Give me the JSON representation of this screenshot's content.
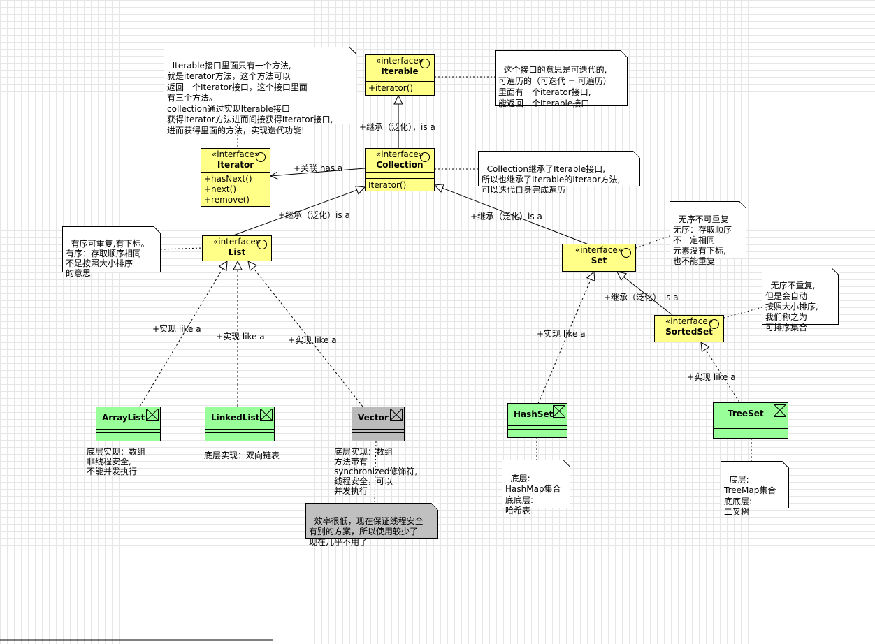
{
  "classes": {
    "iterable": {
      "stereotype": "«interface»",
      "name": "Iterable",
      "ops": [
        "+iterator()"
      ]
    },
    "collection": {
      "stereotype": "«interface»",
      "name": "Collection",
      "ops": [
        "Iterator()"
      ]
    },
    "iterator": {
      "stereotype": "«interface»",
      "name": "Iterator",
      "ops": [
        "+hasNext()",
        "+next()",
        "+remove()"
      ]
    },
    "list": {
      "stereotype": "«interface»",
      "name": "List"
    },
    "set": {
      "stereotype": "«interface»",
      "name": "Set"
    },
    "sortedset": {
      "stereotype": "«interface»",
      "name": "SortedSet"
    },
    "arraylist": {
      "name": "ArrayList"
    },
    "linkedlist": {
      "name": "LinkedList"
    },
    "vector": {
      "name": "Vector"
    },
    "hashset": {
      "name": "HashSet"
    },
    "treeset": {
      "name": "TreeSet"
    }
  },
  "notes": {
    "iterable_left": "Iterable接口里面只有一个方法,\n就是iterator方法，这个方法可以\n返回一个Iterator接口，这个接口里面\n有三个方法。\ncollection通过实现Iterable接口\n获得iterator方法进而间接获得Iterator接口,\n进而获得里面的方法，实现迭代功能!",
    "iterable_right": "这个接口的意思是可迭代的,\n可遍历的（可迭代 = 可遍历）\n里面有一个iterator接口,\n能返回一个Iterable接口",
    "collection_right": "Collection继承了Iterable接口,\n所以也继承了Iterable的Iteraor方法,\n可以迭代自身完成遍历",
    "list_left": "有序可重复,有下标。\n有序：存取顺序相同\n不是按照大小排序\n的意思",
    "set_right": "无序不可重复\n无序：存取顺序\n不一定相同\n元素没有下标,\n也不能重复",
    "sortedset_right": "无序不重复,\n但是会自动\n按照大小排序,\n我们称之为\n可排序集合",
    "vector_gray": "效率很低，现在保证线程安全\n有别的方案，所以使用较少了\n现在几乎不用了",
    "hashset_bottom": "底层:\nHashMap集合\n底底层:\n哈希表",
    "treeset_bottom": "底层:\nTreeMap集合\n底底层:\n二叉树"
  },
  "texts": {
    "arraylist_desc": "底层实现：数组\n非线程安全,\n不能并发执行",
    "linkedlist_desc": "底层实现：双向链表",
    "vector_desc": "底层实现：数组\n方法带有\nsynchronized修饰符,\n线程安全，可以\n并发执行"
  },
  "edges": {
    "collection_iterable": "+继承（泛化），is a",
    "collection_iterator": "+关联 has a",
    "list_collection": "+继承（泛化）is a",
    "set_collection": "+继承（泛化）is a",
    "sortedset_set": "+继承（泛化） is a",
    "arraylist_list": "+实现 like a",
    "linkedlist_list": "+实现 like a",
    "vector_list": "+实现 like a",
    "hashset_set": "+实现 like a",
    "treeset_sortedset": "+实现 like a"
  },
  "colors": {
    "interface": "#ffff88",
    "implementation": "#99ff99",
    "legacy": "#bbbbbb"
  }
}
